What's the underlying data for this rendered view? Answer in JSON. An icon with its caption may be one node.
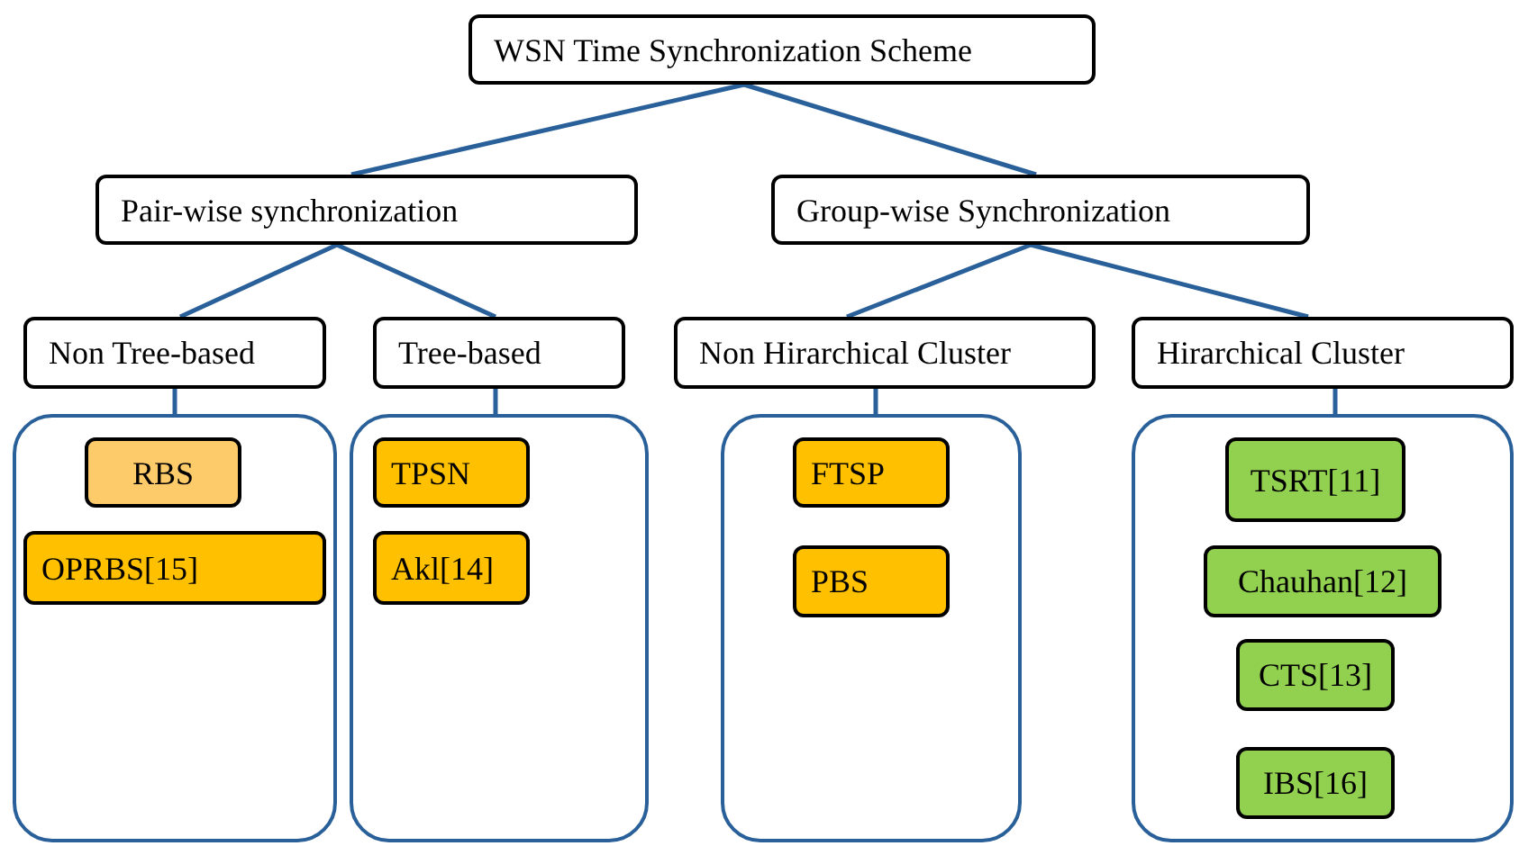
{
  "diagram": {
    "nodes": [
      {
        "text": [
          "WSN Time Synchronization Scheme"
        ]
      },
      {
        "text": [
          "Pair-wise synchronization"
        ]
      },
      {
        "text": [
          "Group-wise Synchronization"
        ]
      },
      {
        "text": [
          "Non Tree-based"
        ]
      },
      {
        "text": [
          "Tree-based"
        ]
      },
      {
        "text": [
          "Non Hirarchical Cluster"
        ]
      },
      {
        "text": [
          "Hirarchical Cluster"
        ]
      },
      {
        "text": [],
        "shape": "box"
      },
      {
        "text": [
          "RBS"
        ],
        "in": 7
      },
      {
        "text": [
          "OPRBS[15]"
        ],
        "in": 7
      },
      {
        "text": [],
        "shape": "box"
      },
      {
        "text": [
          "TPSN"
        ],
        "in": 10
      },
      {
        "text": [
          "Akl[14]"
        ],
        "in": 10
      },
      {
        "text": [],
        "shape": "box"
      },
      {
        "text": [
          "FTSP"
        ],
        "in": 13
      },
      {
        "text": [
          "PBS"
        ],
        "in": 13
      },
      {
        "text": [],
        "shape": "box"
      },
      {
        "text": [
          "TSRT[11]"
        ],
        "in": 16
      },
      {
        "text": [
          "Chauhan[12]"
        ],
        "in": 16
      },
      {
        "text": [
          "CTS[13]"
        ],
        "in": 16
      },
      {
        "text": [
          "IBS[16]"
        ],
        "in": 16
      }
    ],
    "edges": [
      {
        "from": 0,
        "to": 1,
        "arrow": "none"
      },
      {
        "from": 0,
        "to": 2,
        "arrow": "none"
      },
      {
        "from": 1,
        "to": 3,
        "arrow": "none"
      },
      {
        "from": 1,
        "to": 4,
        "arrow": "none"
      },
      {
        "from": 2,
        "to": 5,
        "arrow": "none"
      },
      {
        "from": 2,
        "to": 6,
        "arrow": "none"
      },
      {
        "from": 3,
        "to": 7,
        "arrow": "none"
      },
      {
        "from": 4,
        "to": 10,
        "arrow": "none"
      },
      {
        "from": 5,
        "to": 13,
        "arrow": "none"
      },
      {
        "from": 6,
        "to": 16,
        "arrow": "none"
      }
    ]
  }
}
